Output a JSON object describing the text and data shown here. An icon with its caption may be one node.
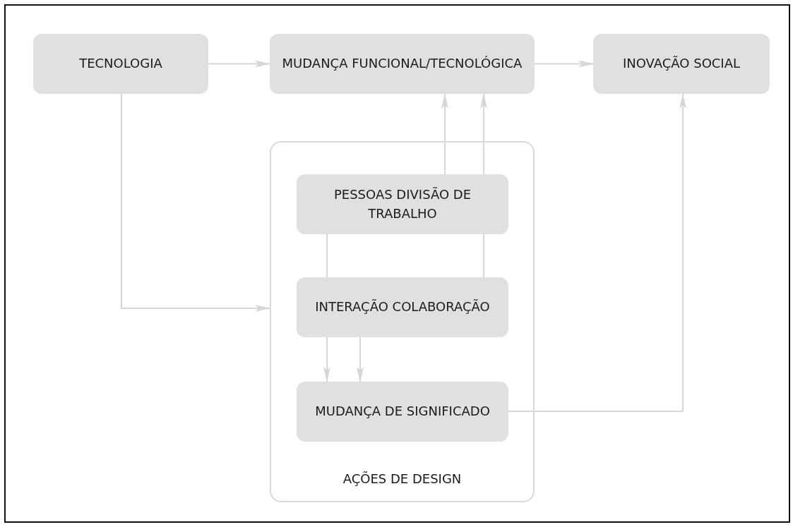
{
  "diagram": {
    "nodes": [
      {
        "text": [
          "TECNOLOGIA"
        ]
      },
      {
        "text": [
          "MUDANÇA FUNCIONAL/TECNOLÓGICA"
        ]
      },
      {
        "text": [
          "INOVAÇÃO SOCIAL"
        ]
      },
      {
        "text": [
          "AÇÕES DE DESIGN"
        ]
      },
      {
        "text": [
          "PESSOAS DIVISÃO DE TRABALHO"
        ],
        "in": 3
      },
      {
        "text": [
          "INTERAÇÃO COLABORAÇÃO"
        ],
        "in": 3
      },
      {
        "text": [
          "MUDANÇA DE SIGNIFICADO"
        ],
        "in": 3
      }
    ],
    "edges": [
      {
        "from": 0,
        "to": 1,
        "arrow": "to"
      },
      {
        "from": 1,
        "to": 2,
        "arrow": "to"
      },
      {
        "from": 0,
        "to": 3,
        "arrow": "to"
      },
      {
        "from": 4,
        "to": 1,
        "arrow": "to"
      },
      {
        "from": 4,
        "to": 1,
        "arrow": "to"
      },
      {
        "from": 5,
        "to": 4,
        "arrow": "none"
      },
      {
        "from": 5,
        "to": 4,
        "arrow": "none"
      },
      {
        "from": 5,
        "to": 6,
        "arrow": "to"
      },
      {
        "from": 5,
        "to": 6,
        "arrow": "to"
      },
      {
        "from": 6,
        "to": 2,
        "arrow": "to"
      }
    ]
  }
}
